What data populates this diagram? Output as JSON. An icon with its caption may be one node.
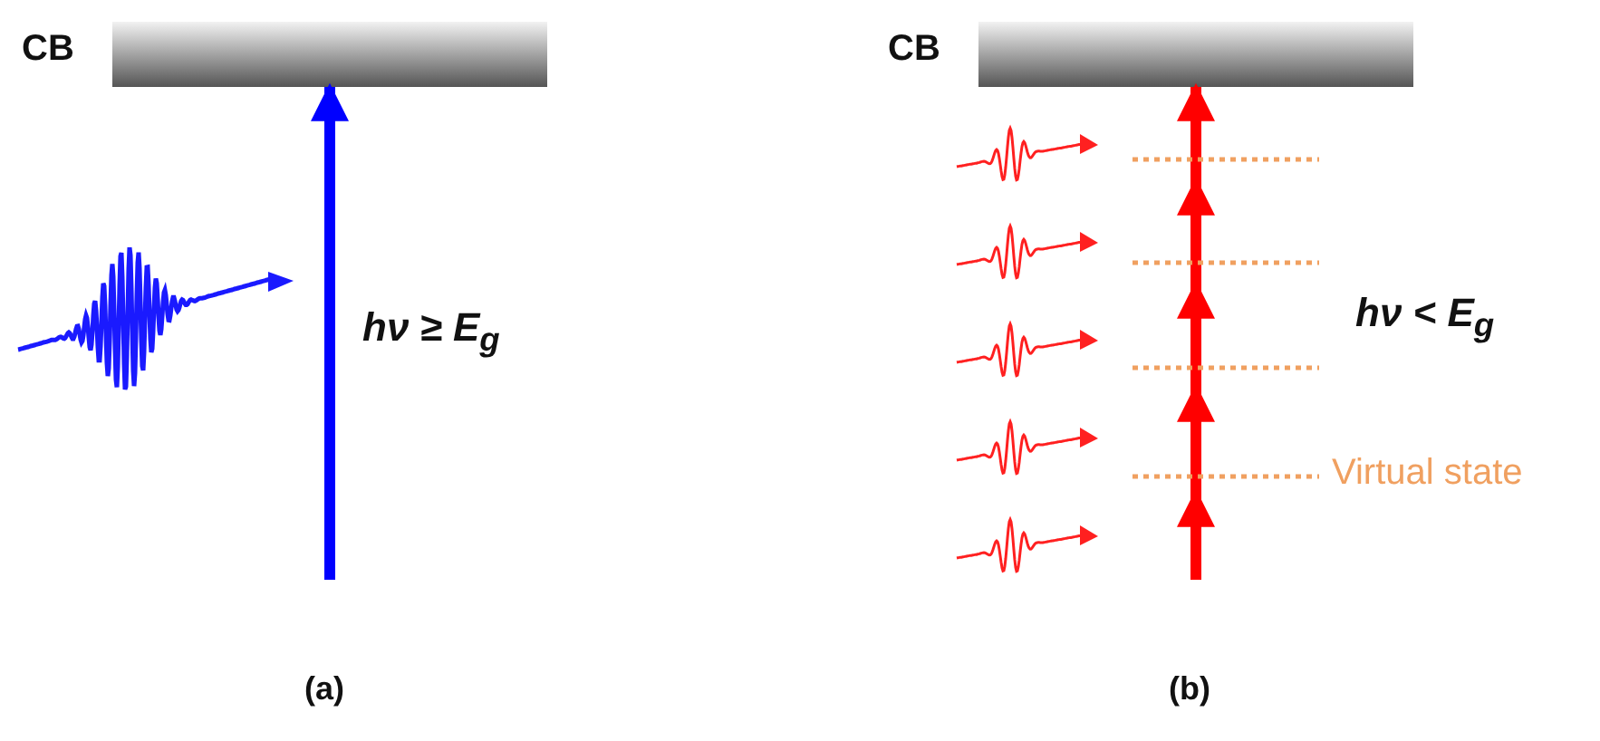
{
  "diagram": {
    "nodes": [
      {
        "text": [
          "CB"
        ]
      },
      {
        "text": [
          "CB"
        ]
      }
    ],
    "edges": [
      {
        "from": null,
        "to": 0,
        "arrow": "to",
        "color": "#0000ff"
      },
      {
        "from": null,
        "to": 1,
        "arrow": "to",
        "color": "#ff0000"
      }
    ],
    "labels": [
      "hν ≥ E$_{g}$",
      "(a)",
      "hν < E$_{g}$",
      "Virtual state",
      "(b)"
    ]
  }
}
